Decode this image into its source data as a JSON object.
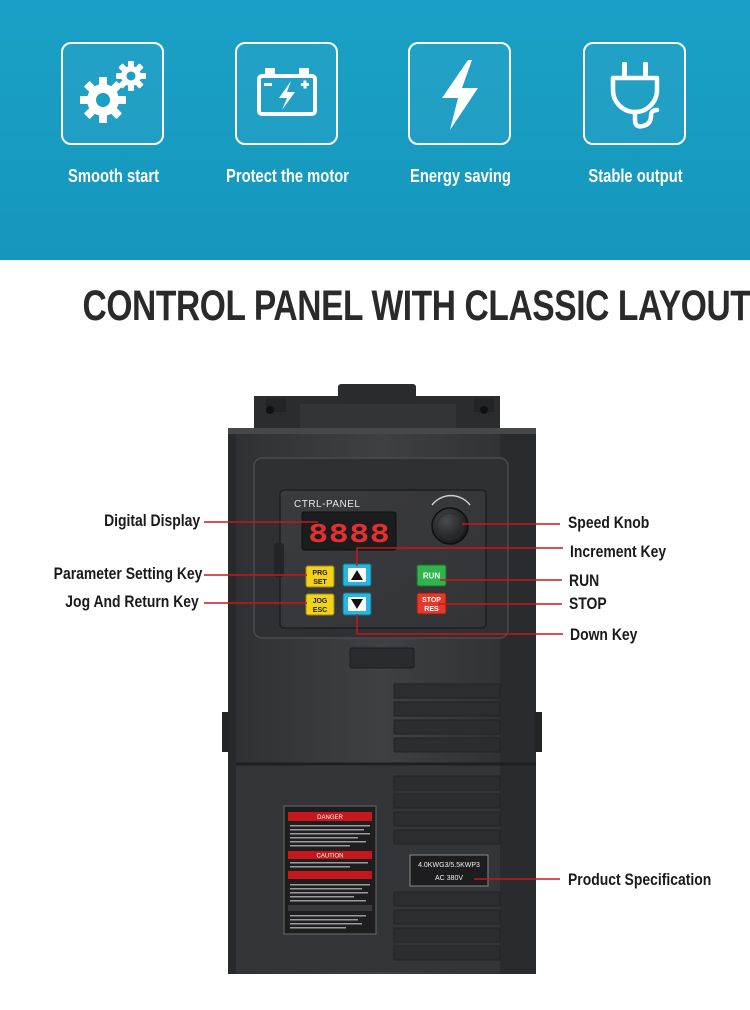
{
  "features": [
    {
      "label": "Smooth start",
      "icon": "gears-icon"
    },
    {
      "label": "Protect the motor",
      "icon": "battery-bolt-icon"
    },
    {
      "label": "Energy saving",
      "icon": "lightning-icon"
    },
    {
      "label": "Stable output",
      "icon": "plug-icon"
    }
  ],
  "headline": "CONTROL PANEL WITH CLASSIC LAYOUT",
  "panel": {
    "title": "CTRL-PANEL",
    "display": "8888",
    "keys": {
      "prg_line1": "PRG",
      "prg_line2": "SET",
      "jog_line1": "JOG",
      "jog_line2": "ESC",
      "run": "RUN",
      "stop_line1": "STOP",
      "stop_line2": "RES"
    }
  },
  "spec_plate": {
    "line1": "4.0KWG3/5.5KWP3",
    "line2": "AC 380V"
  },
  "warning_label": {
    "danger": "DANGER",
    "caution": "CAUTION"
  },
  "callouts": {
    "digital_display": "Digital Display",
    "parameter_setting_key": "Parameter Setting Key",
    "jog_and_return_key": "Jog And Return Key",
    "speed_knob": "Speed Knob",
    "increment_key": "Increment Key",
    "run": "RUN",
    "stop": "STOP",
    "down_key": "Down Key",
    "product_specification": "Product Specification"
  },
  "colors": {
    "banner": "#1aa0c6",
    "callout_line": "#c8161d",
    "device_body": "#3b3c3f",
    "key_yellow": "#f3d31a",
    "key_cyan": "#27b6df",
    "key_green": "#2fb34a",
    "key_red": "#e23b2e",
    "display_digits": "#e53030"
  }
}
